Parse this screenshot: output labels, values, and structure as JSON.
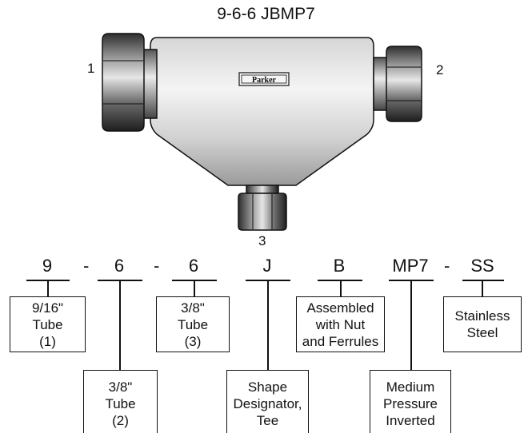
{
  "title": "9-6-6 JBMP7",
  "ports": {
    "p1": "1",
    "p2": "2",
    "p3": "3"
  },
  "brand": "Parker",
  "codes": {
    "c1": "9",
    "c2": "6",
    "c3": "6",
    "c4": "J",
    "c5": "B",
    "c6": "MP7",
    "c7": "SS"
  },
  "dashes": {
    "d1": "-",
    "d2": "-",
    "d3": "-"
  },
  "boxes": {
    "b1": [
      "9/16\"",
      "Tube",
      "(1)"
    ],
    "b2": [
      "3/8\"",
      "Tube",
      "(2)"
    ],
    "b3": [
      "3/8\"",
      "Tube",
      "(3)"
    ],
    "b4": [
      "Shape",
      "Designator,",
      "Tee"
    ],
    "b5": [
      "Assembled",
      "with Nut",
      "and Ferrules"
    ],
    "b6": [
      "Medium",
      "Pressure",
      "Inverted"
    ],
    "b7": [
      "Stainless",
      "Steel"
    ]
  },
  "colors": {
    "line": "#111111",
    "steel_light": "#f2f2f2",
    "steel_mid": "#c8c8c8",
    "steel_dark": "#7a7a7a",
    "nut_dark": "#3a3a3a"
  }
}
